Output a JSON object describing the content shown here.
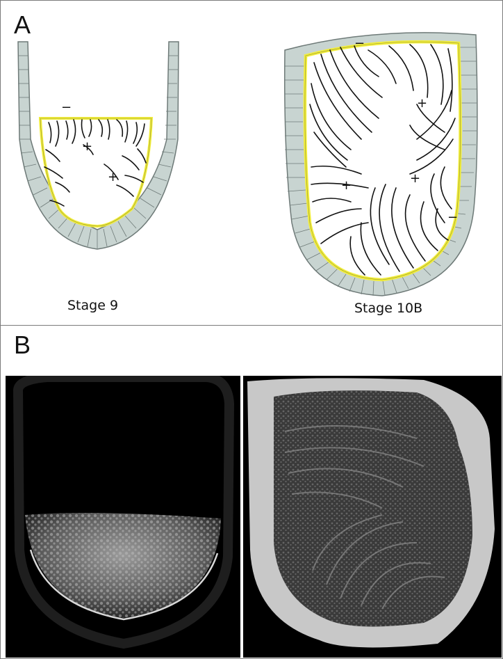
{
  "figure": {
    "panel_a": {
      "letter": "A",
      "left_caption": "Stage 9",
      "right_caption": "Stage 10B",
      "polarity_marks": {
        "minus": "−",
        "plus": "+"
      }
    },
    "panel_b": {
      "letter": "B"
    },
    "colors": {
      "follicle_cells": "#c8d4d1",
      "membrane_highlight": "#f2ee3a",
      "microtubule": "#111111",
      "photo_background": "#000000"
    }
  }
}
